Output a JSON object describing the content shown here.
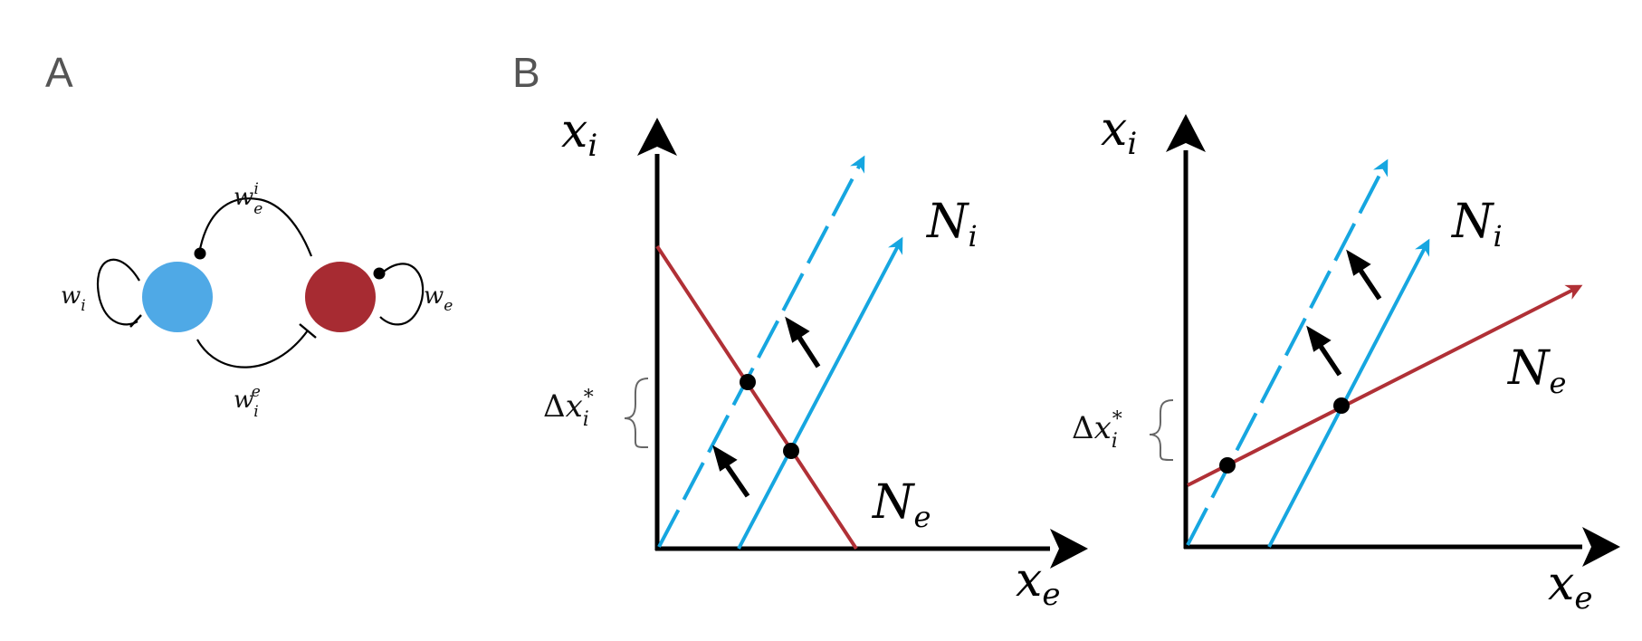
{
  "panels": {
    "a": {
      "letter": "A",
      "labels": {
        "w_e_i": {
          "base": "w",
          "sub": "e",
          "sup": "i"
        },
        "w_i_e": {
          "base": "w",
          "sub": "i",
          "sup": "e"
        },
        "w_i": {
          "base": "w",
          "sub": "i"
        },
        "w_e": {
          "base": "w",
          "sub": "e"
        }
      }
    },
    "b": {
      "letter": "B",
      "plots": [
        {
          "y_axis": {
            "base": "x",
            "sub": "i"
          },
          "x_axis": {
            "base": "x",
            "sub": "e"
          },
          "n_i": {
            "base": "N",
            "sub": "i"
          },
          "n_e": {
            "base": "N",
            "sub": "e"
          },
          "delta": {
            "prefix": "Δ",
            "base": "x",
            "sub": "i",
            "sup": "*"
          }
        },
        {
          "y_axis": {
            "base": "x",
            "sub": "i"
          },
          "x_axis": {
            "base": "x",
            "sub": "e"
          },
          "n_i": {
            "base": "N",
            "sub": "i"
          },
          "n_e": {
            "base": "N",
            "sub": "e"
          },
          "delta": {
            "prefix": "Δ",
            "base": "x",
            "sub": "i",
            "sup": "*"
          }
        }
      ]
    }
  },
  "colors": {
    "inhibitory": "#4fa9e6",
    "excitatory": "#a72b32",
    "nullcline_i": "#16a6e0",
    "nullcline_e": "#b03036",
    "axis": "#000000"
  }
}
